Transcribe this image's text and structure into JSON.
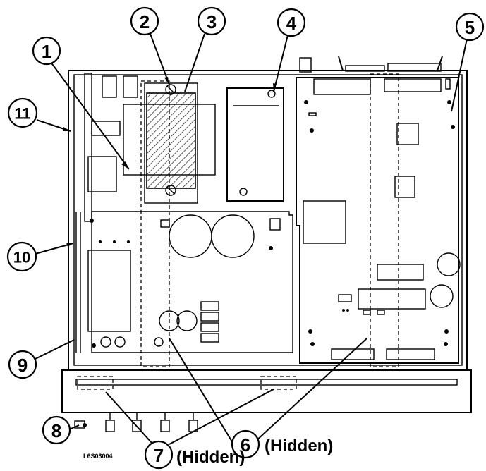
{
  "callouts": [
    {
      "id": "1",
      "label": "1"
    },
    {
      "id": "2",
      "label": "2"
    },
    {
      "id": "3",
      "label": "3"
    },
    {
      "id": "4",
      "label": "4"
    },
    {
      "id": "5",
      "label": "5"
    },
    {
      "id": "6",
      "label": "6"
    },
    {
      "id": "7",
      "label": "7"
    },
    {
      "id": "8",
      "label": "8"
    },
    {
      "id": "9",
      "label": "9"
    },
    {
      "id": "10",
      "label": "10"
    },
    {
      "id": "11",
      "label": "11"
    }
  ],
  "hidden_note_6": "(Hidden)",
  "hidden_note_7": "(Hidden)",
  "drawing_code": "L6S03004"
}
